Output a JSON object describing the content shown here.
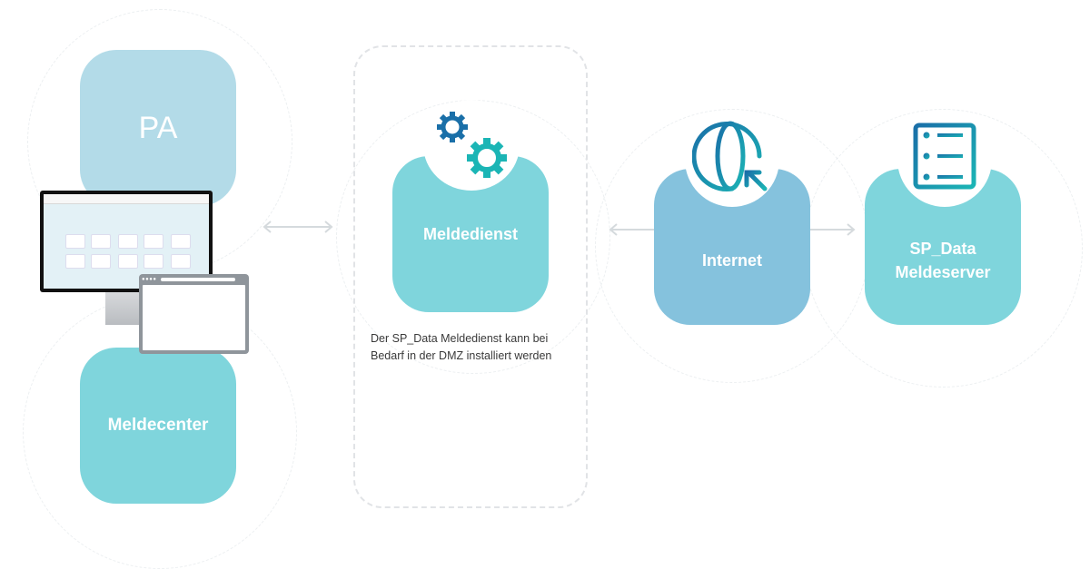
{
  "nodes": {
    "pa": {
      "label": "PA"
    },
    "meldecenter": {
      "label": "Meldecenter"
    },
    "meldedienst": {
      "label": "Meldedienst"
    },
    "internet": {
      "label": "Internet"
    },
    "server": {
      "line1": "SP_Data",
      "line2": "Meldeserver"
    }
  },
  "dmz_note": {
    "line1": "Der SP_Data Meldedienst kann bei",
    "line2": "Bedarf in der DMZ installiert werden"
  },
  "icons": [
    "gears-icon",
    "globe-icon",
    "server-icon",
    "monitor-icon",
    "browser-window-icon"
  ],
  "colors": {
    "pa_box": "#b3dbe8",
    "teal_box": "#7fd5dc",
    "internet_box": "#85c2dd",
    "icon_blue": "#1a6fa8",
    "icon_teal": "#1bb5b5",
    "connector": "#d5dadd"
  }
}
